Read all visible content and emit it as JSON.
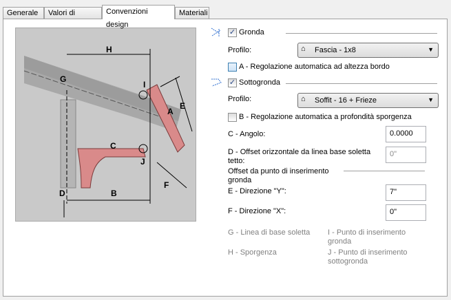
{
  "tabs": [
    {
      "label": "Generale"
    },
    {
      "label": "Valori di default"
    },
    {
      "label": "Convenzioni design",
      "active": true
    },
    {
      "label": "Materiali"
    }
  ],
  "gronda": {
    "label": "Gronda",
    "checked": true,
    "profile_label": "Profilo:",
    "profile_value": "Fascia - 1x8",
    "auto_label": "A - Regolazione automatica ad altezza bordo",
    "auto_checked": false
  },
  "sottogronda": {
    "label": "Sottogronda",
    "checked": true,
    "profile_label": "Profilo:",
    "profile_value": "Soffit - 16 + Frieze",
    "auto_label": "B - Regolazione automatica a profondità sporgenza",
    "auto_checked": false
  },
  "fields": {
    "angle_label": "C - Angolo:",
    "angle_value": "0.0000",
    "offset_h_label": "D - Offset orizzontale da linea base soletta tetto:",
    "offset_h_value": "0\"",
    "offset_group_label": "Offset da punto di inserimento gronda",
    "dir_y_label": "E - Direzione \"Y\":",
    "dir_y_value": "7\"",
    "dir_x_label": "F - Direzione \"X\":",
    "dir_x_value": "0\""
  },
  "legend": {
    "g": "G - Linea di base soletta",
    "i": "I - Punto di inserimento gronda",
    "h": "H - Sporgenza",
    "j": "J - Punto di inserimento sottogronda"
  },
  "diagram_labels": {
    "a": "A",
    "b": "B",
    "c": "C",
    "d": "D",
    "e": "E",
    "f": "F",
    "g": "G",
    "h": "H",
    "i": "I",
    "j": "J"
  }
}
